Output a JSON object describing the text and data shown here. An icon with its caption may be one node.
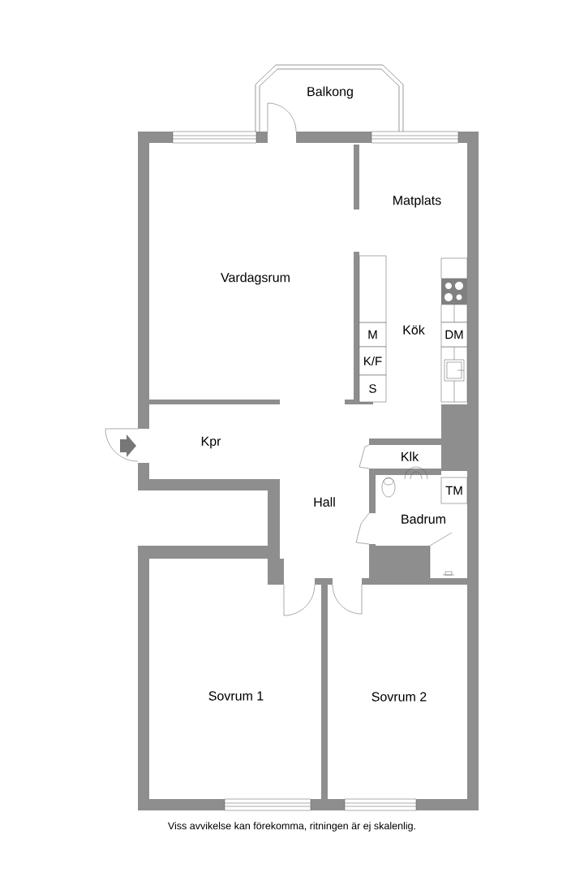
{
  "diagram": {
    "caption": "Viss avvikelse kan förekomma, ritningen är ej skalenlig.",
    "nodes": [
      {
        "text": [
          "M"
        ]
      },
      {
        "text": [
          "K/F"
        ]
      },
      {
        "text": [
          "S"
        ]
      },
      {
        "text": [
          "DM"
        ]
      },
      {
        "text": [
          "TM"
        ]
      },
      {
        "text": [],
        "shape": "box"
      }
    ],
    "labels": [
      "Balkong",
      "Matplats",
      "Vardagsrum",
      "Kök",
      "Kpr",
      "Klk",
      "Hall",
      "Badrum",
      "Sovrum 1",
      "Sovrum 2"
    ]
  }
}
